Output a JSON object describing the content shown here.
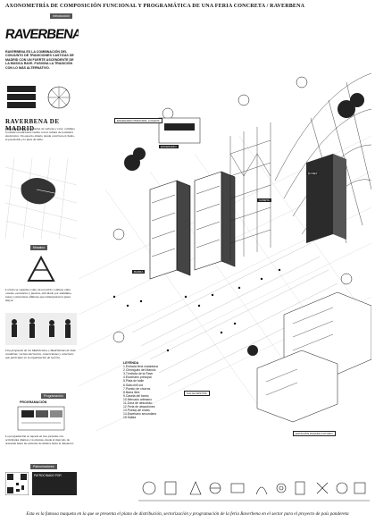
{
  "header": {
    "title": "AXONOMETRÍA DE COMPOSICIÓN FUNCIONAL Y PROGRAMÁTICA DE UNA FERIA CONCRETA / RAVERBENA"
  },
  "left": {
    "intro_tag": "Introducción",
    "logo_text": "RAVERBENA",
    "intro_bold": "RAVERBENA ES LA COMBINACIÓN DEL CONJUNTO DE TRADICIONES CASTIZAS DE MADRID CON UN FUERTE ASCENDENTE DE LA MUSICA RAVE. FUSIONA LA TRADICIÓN CON LO MÁS ALTERNATIVO.",
    "section_title": "RAVERBENA DE MADRID",
    "body_1": "Raverbena surge de la fusión de verbena y rave; combina la estética tradicional castiza con la cultura de la música electrónica. Un espacio abierto donde conviven el chotis, el pasodoble y la pista de baile.",
    "mid_tag": "Mosaico",
    "body_2": "La feria se organiza como un recorrido continuo entre casetas, escenarios y puestos, articulado por andamios, lonas y estructuras efímeras que reinterpretan la plaza mayor.",
    "body_3": "Una propuesta de los Madrilenhos y Madrilenhas de toda condición; vecinos del barrio, comerciantes y colectivos que participan en la organización de la feria.",
    "bottom_tag": "Programación",
    "prog_title": "PROGRAMACIÓN",
    "prog_body": "La programación se reparte en tres jornadas con actividades diurnas y nocturnas, desde el mercado de artesanía hasta las sesiones de música hasta el amanecer.",
    "qr_tag": "Patrocinadores",
    "sponsor_label": "PATROCINADO POR"
  },
  "stage": {
    "labels": [
      "ESCENARIO PRINCIPAL LOCHOS",
      "ESCENARIO",
      "CASETA",
      "CALLE FESTIVA",
      "ESTACIÓN PASADO FUTURO",
      "DJ SET",
      "BARRA"
    ]
  },
  "legend": {
    "title": "LEYENDA",
    "items": [
      "1.Entrada feria ciudadana",
      "2.Chiringuito del Manolo",
      "3.Tómbola de la Rave",
      "4.Escenario principal",
      "5.Pista de baile",
      "6.Sala chill out",
      "7.Puesto de churros",
      "8.Barra libre",
      "9.Caseta del barrio",
      "10.Mercado artesano",
      "11.Zona de descanso",
      "12.Feria de atracciones",
      "13.Puesto de chotis",
      "14.Escenario secundario",
      "15.Salida"
    ]
  },
  "caption": {
    "text": "Esta es la famosa maqueta en la que se presenta el plano de distribución, sectorización y programación de la feria Raverbena en el sector para el proyecto de país pandereta"
  }
}
